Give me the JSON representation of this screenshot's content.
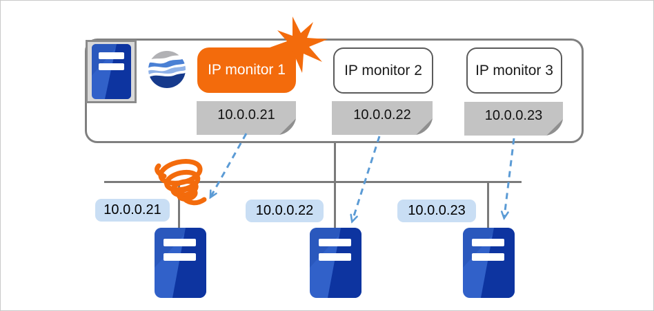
{
  "monitor_host": {
    "monitors": [
      {
        "label": "IP monitor 1",
        "ip_note": "10.0.0.21",
        "status": "error"
      },
      {
        "label": "IP monitor 2",
        "ip_note": "10.0.0.22",
        "status": "normal"
      },
      {
        "label": "IP monitor 3",
        "ip_note": "10.0.0.23",
        "status": "normal"
      }
    ]
  },
  "targets": [
    {
      "ip_label": "10.0.0.21"
    },
    {
      "ip_label": "10.0.0.22"
    },
    {
      "ip_label": "10.0.0.23"
    }
  ],
  "connections": [
    {
      "from": "IP monitor 1",
      "to": "10.0.0.21",
      "status": "interrupted"
    },
    {
      "from": "IP monitor 2",
      "to": "10.0.0.22",
      "status": "reachable"
    },
    {
      "from": "IP monitor 3",
      "to": "10.0.0.23",
      "status": "reachable"
    }
  ],
  "icons": {
    "failure_burst": "crash-burst-icon",
    "disconnect_coil": "coil-squiggle-icon",
    "host_server": "server-icon",
    "target_server": "server-icon",
    "brand_logo": "wave-globe-logo-icon"
  },
  "colors": {
    "alert_orange": "#f36b0c",
    "note_gray": "#c3c3c3",
    "note_fold_gray": "#8f8f8f",
    "ip_label_blue": "#c9def4",
    "server_blue": "#3161c9",
    "server_blue_dark": "#0d34a0",
    "connector_gray": "#7a7a7a",
    "arrow_blue": "#5b9bd5",
    "container_border_gray": "#7f7f7f"
  }
}
